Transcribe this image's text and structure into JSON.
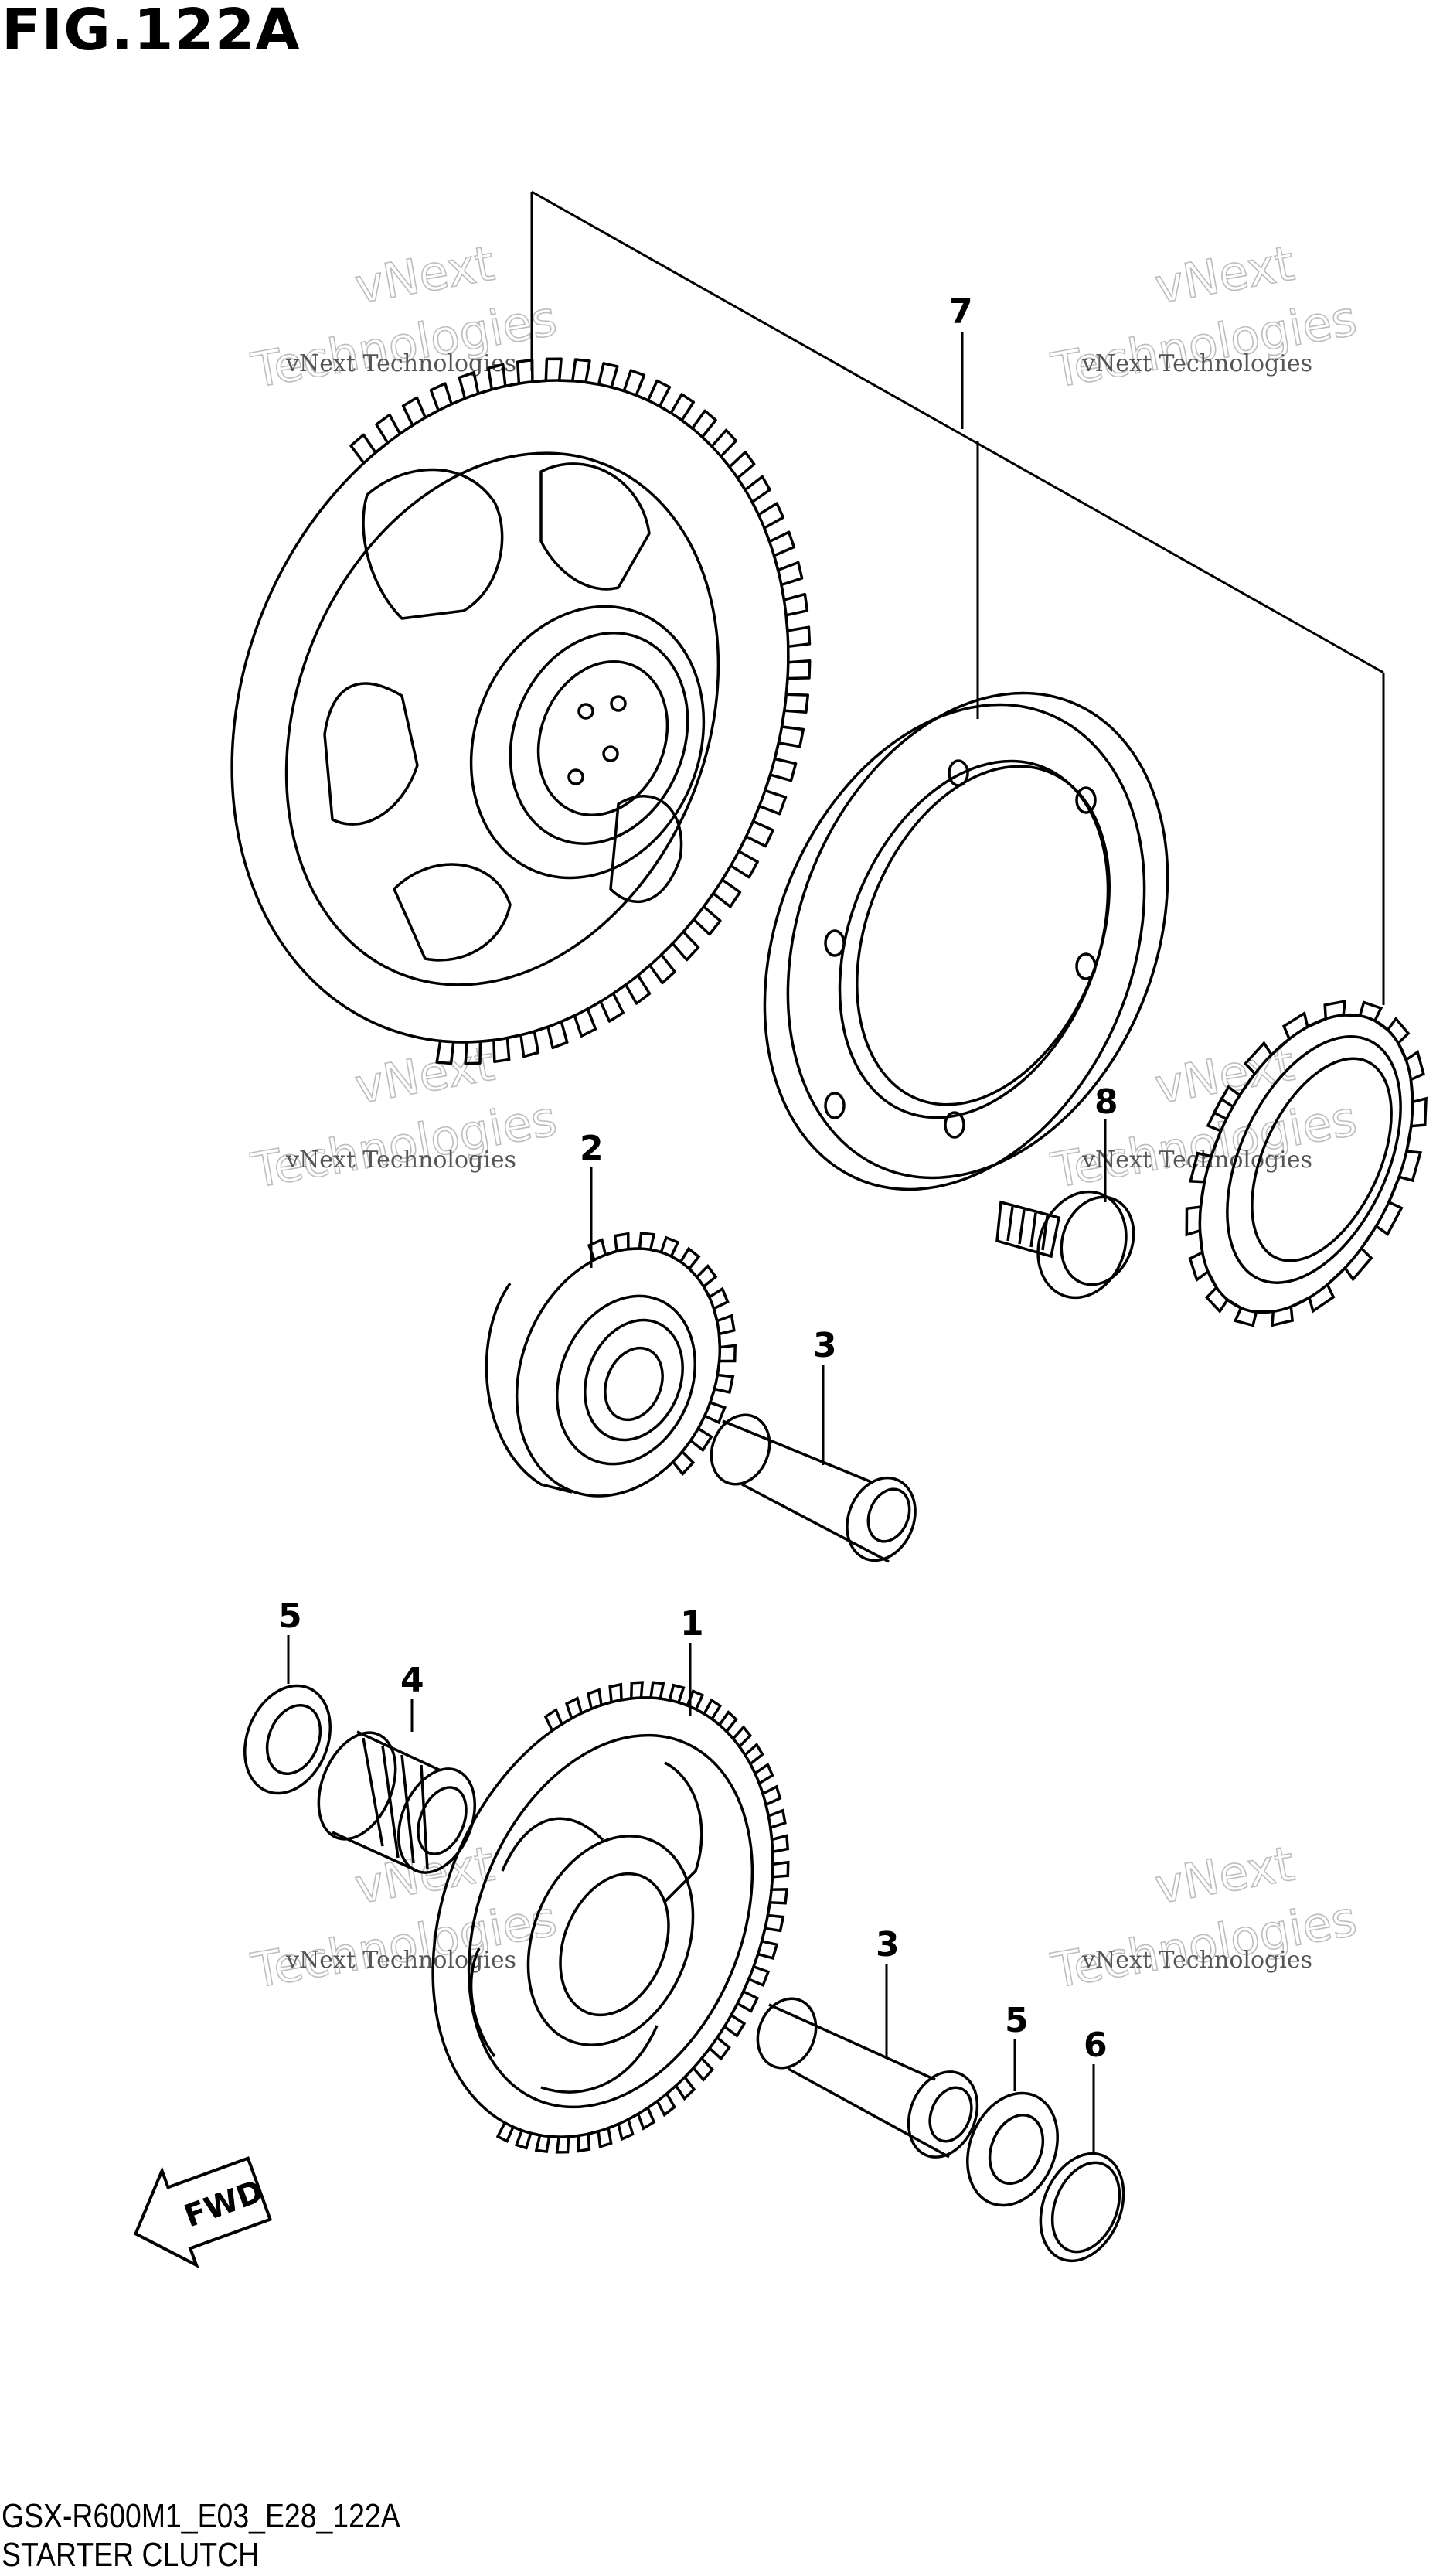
{
  "figure": {
    "title": "FIG.122A",
    "code": "GSX-R600M1_E03_E28_122A",
    "caption": "STARTER CLUTCH"
  },
  "watermark": {
    "line1": "vNext Technologies",
    "line2_top": "vNext",
    "line2_bottom": "Technologies"
  },
  "callouts": [
    "7",
    "8",
    "2",
    "3",
    "5",
    "4",
    "1",
    "3",
    "5",
    "6"
  ],
  "fwd_label": "FWD"
}
